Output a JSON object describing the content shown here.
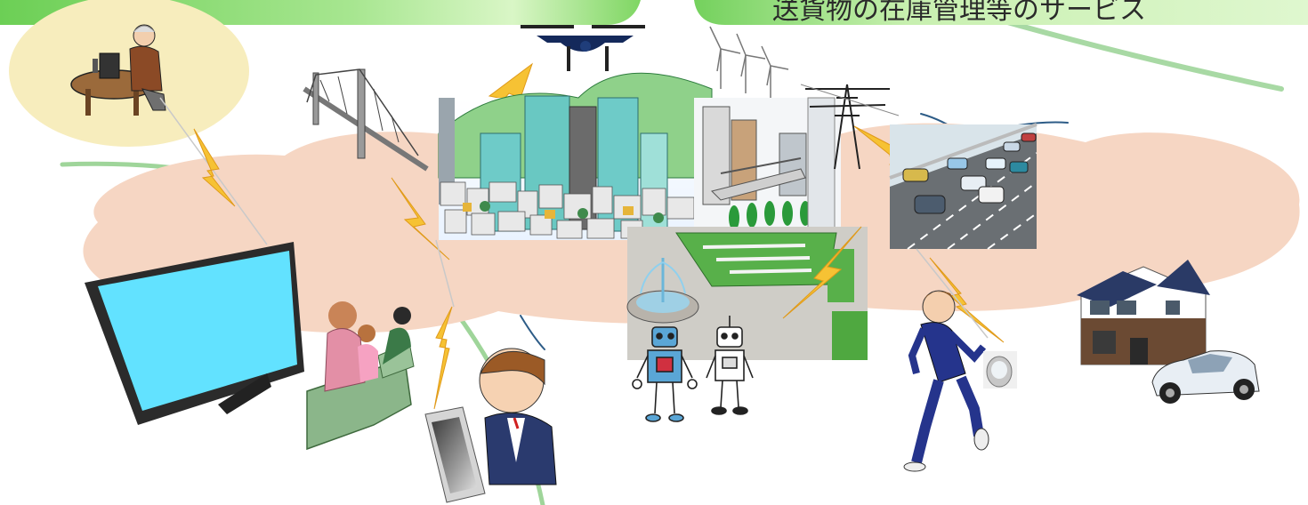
{
  "banners": [
    {
      "text": ""
    },
    {
      "text": "送貨物の在庫管理等のサービス"
    }
  ],
  "colors": {
    "banner_green_dark": "#6ccf55",
    "banner_green_light": "#d4f4bc",
    "cloud_pink": "#f6d6c3",
    "lightning": "#f6c234",
    "tv_screen": "#62e2ff",
    "curve_green": "#9fd59a",
    "curve_blue": "#2d5c87"
  },
  "scene_items": [
    "elderly-person-at-computer",
    "suspension-bridge",
    "drone",
    "city-skyline",
    "wind-turbines",
    "power-pylon",
    "highway-traffic",
    "park-fountain",
    "robots",
    "television",
    "family-on-sofa",
    "smartphone",
    "student",
    "runner",
    "wearable-device",
    "smart-house",
    "electric-car"
  ]
}
